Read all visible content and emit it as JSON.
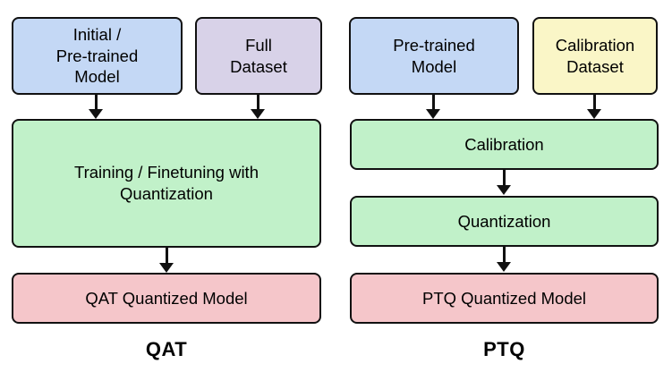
{
  "qat": {
    "title": "QAT",
    "model_box": "Initial /\nPre-trained\nModel",
    "dataset_box": "Full\nDataset",
    "process_box": "Training / Finetuning with\nQuantization",
    "output_box": "QAT Quantized Model"
  },
  "ptq": {
    "title": "PTQ",
    "model_box": "Pre-trained\nModel",
    "dataset_box": "Calibration\nDataset",
    "calibration_box": "Calibration",
    "quantization_box": "Quantization",
    "output_box": "PTQ Quantized Model"
  },
  "colors": {
    "pretrained_model": "#c4d8f5",
    "full_dataset": "#d8d2e8",
    "calibration_dataset": "#faf6c7",
    "process": "#c1f1c9",
    "output": "#f5c6ca",
    "arrow": "#111111",
    "border": "#111111",
    "text": "#000000",
    "background": "#ffffff"
  }
}
